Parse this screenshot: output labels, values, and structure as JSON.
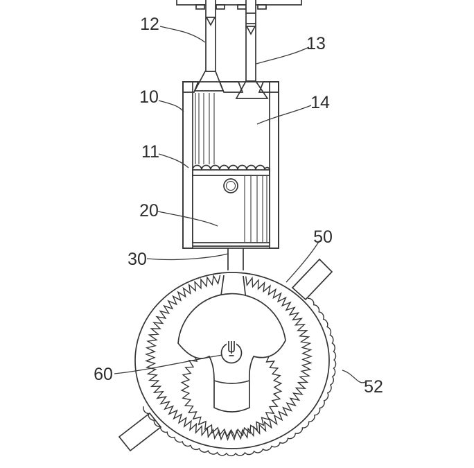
{
  "figure": {
    "type": "patent-mechanical-drawing",
    "description": "Engine assembly: cylinder block with two valves above a combustion chamber, scalloped plate, piston with pin, and an eccentric internal-gear crank drive in a round housing with mounting lugs and an outer scalloped gear segment",
    "labels": [
      {
        "ref": "12",
        "part": "left-valve"
      },
      {
        "ref": "13",
        "part": "right-valve"
      },
      {
        "ref": "10",
        "part": "cylinder-block"
      },
      {
        "ref": "14",
        "part": "combustion-chamber"
      },
      {
        "ref": "11",
        "part": "scalloped-plate"
      },
      {
        "ref": "20",
        "part": "piston"
      },
      {
        "ref": "30",
        "part": "connecting-stub"
      },
      {
        "ref": "50",
        "part": "gear-housing"
      },
      {
        "ref": "60",
        "part": "crank-center"
      },
      {
        "ref": "52",
        "part": "outer-gear-segment"
      }
    ]
  },
  "colors": {
    "line": "#343434",
    "background": "#ffffff"
  }
}
